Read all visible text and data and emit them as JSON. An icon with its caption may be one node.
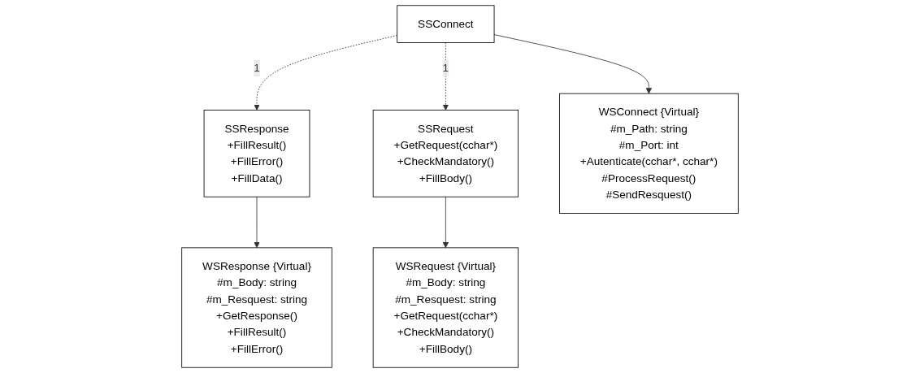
{
  "diagram": {
    "nodes": [
      {
        "text": [
          "SSResponse",
          "+FillResult()",
          "+FillError()",
          "+FillData()"
        ]
      },
      {
        "text": [
          "SSConnect"
        ]
      },
      {
        "text": [
          "SSRequest",
          "+GetRequest(cchar*)",
          "+CheckMandatory()",
          "+FillBody()"
        ]
      },
      {
        "text": [
          "WSResponse {Virtual}",
          "#m_Body: string",
          "#m_Resquest: string",
          "+GetResponse()",
          "+FillResult()",
          "+FillError()"
        ]
      },
      {
        "text": [
          "WSConnect {Virtual}",
          "#m_Path: string",
          "#m_Port: int",
          "+Autenticate(cchar*, cchar*)",
          "#ProcessRequest()",
          "#SendResquest()"
        ]
      },
      {
        "text": [
          "WSRequest {Virtual}",
          "#m_Body: string",
          "#m_Resquest: string",
          "+GetRequest(cchar*)",
          "+CheckMandatory()",
          "+FillBody()"
        ]
      }
    ],
    "edges": [
      {
        "from": 1,
        "to": 0,
        "arrow": "to",
        "style": "dashed",
        "label": "1"
      },
      {
        "from": 1,
        "to": 2,
        "arrow": "to",
        "style": "dashed",
        "label": "1"
      },
      {
        "from": 0,
        "to": 3,
        "arrow": "to"
      },
      {
        "from": 1,
        "to": 4,
        "arrow": "to"
      },
      {
        "from": 2,
        "to": 5,
        "arrow": "to"
      }
    ]
  }
}
